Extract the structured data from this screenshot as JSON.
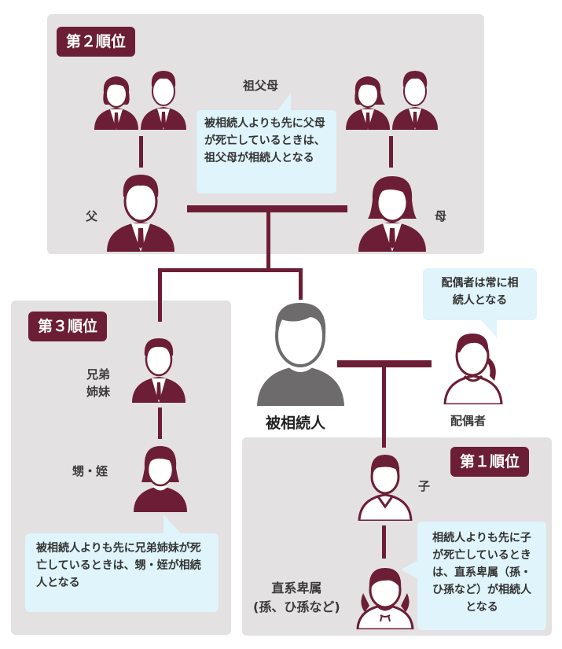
{
  "ranks": {
    "second": "第２順位",
    "third": "第３順位",
    "first": "第１順位"
  },
  "persons": {
    "grandparents": "祖父母",
    "father": "父",
    "mother": "母",
    "decedent": "被相続人",
    "spouse": "配偶者",
    "siblings": "兄弟\n姉妹",
    "nephew_niece": "甥・姪",
    "child": "子",
    "descendants": "直系卑属\n(孫、ひ孫など)"
  },
  "notes": {
    "grandparents_note": "被相続人よりも先に父母が死亡しているときは、祖父母が相続人となる",
    "spouse_note": "配偶者は常に相続人となる",
    "nephew_note": "被相続人よりも先に兄弟姉妹が死亡しているときは、甥・姪が相続人となる",
    "descendant_note": "相続人よりも先に子が死亡しているときは、直系卑属（孫・ひ孫など）が相続人となる"
  },
  "colors": {
    "accent": "#6b1e35",
    "panel": "#e3e1e1",
    "bubble": "#dff4fb",
    "decedent": "#6d6b6b"
  },
  "icons": [
    "male-suit-icon",
    "female-suit-icon",
    "male-plain-icon",
    "female-plain-icon",
    "decedent-icon",
    "spouse-icon"
  ]
}
